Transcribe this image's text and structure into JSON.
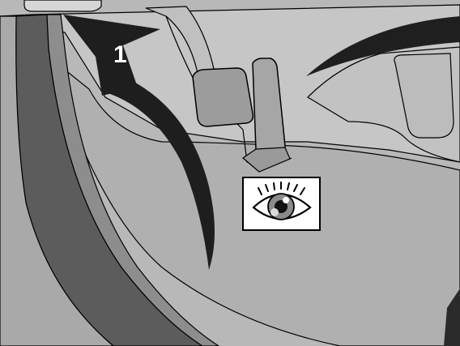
{
  "scene": {
    "subject": "vehicle-driver-footwell-with-pedals",
    "colors": {
      "floor": "#b5b5b5",
      "wall": "#c4c4c4",
      "dark_trim": "#5f5f5f",
      "mid_trim": "#8c8c8c",
      "pedal": "#9a9a9a",
      "arrow": "#2b2b2b",
      "outline": "#000000"
    }
  },
  "step": {
    "number": "1",
    "icon": "curved-arrow-icon"
  },
  "badge": {
    "icon": "eye-icon",
    "meaning": "visual-check"
  }
}
